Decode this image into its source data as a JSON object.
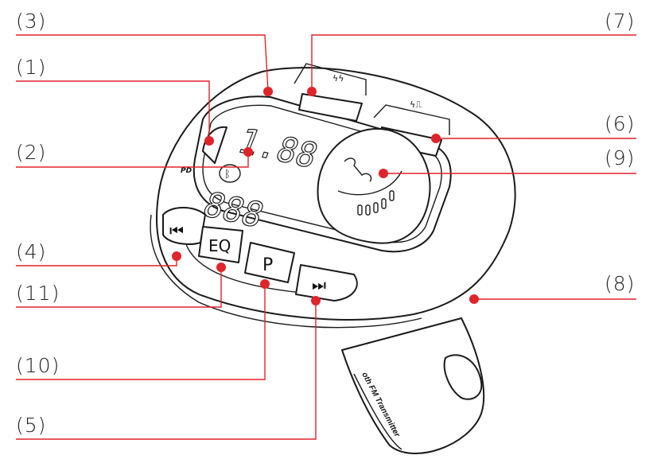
{
  "callouts": [
    {
      "id": "3",
      "label": "(3)"
    },
    {
      "id": "7",
      "label": "(7)"
    },
    {
      "id": "1",
      "label": "(1)"
    },
    {
      "id": "6",
      "label": "(6)"
    },
    {
      "id": "2",
      "label": "(2)"
    },
    {
      "id": "9",
      "label": "(9)"
    },
    {
      "id": "4",
      "label": "(4)"
    },
    {
      "id": "11",
      "label": "(11)"
    },
    {
      "id": "8",
      "label": "(8)"
    },
    {
      "id": "10",
      "label": "(10)"
    },
    {
      "id": "5",
      "label": "(5)"
    }
  ],
  "device": {
    "pd_label": "PD",
    "eq_button": "EQ",
    "p_button": "P",
    "prev_icon": "previous-track-icon",
    "next_icon": "next-track-icon",
    "phone_icon": "phone-icon",
    "bluetooth_icon": "bluetooth-icon",
    "body_text": "oth FM Transmitter"
  },
  "colors": {
    "callout": "#e0242b",
    "outline": "#1a1a1a"
  }
}
